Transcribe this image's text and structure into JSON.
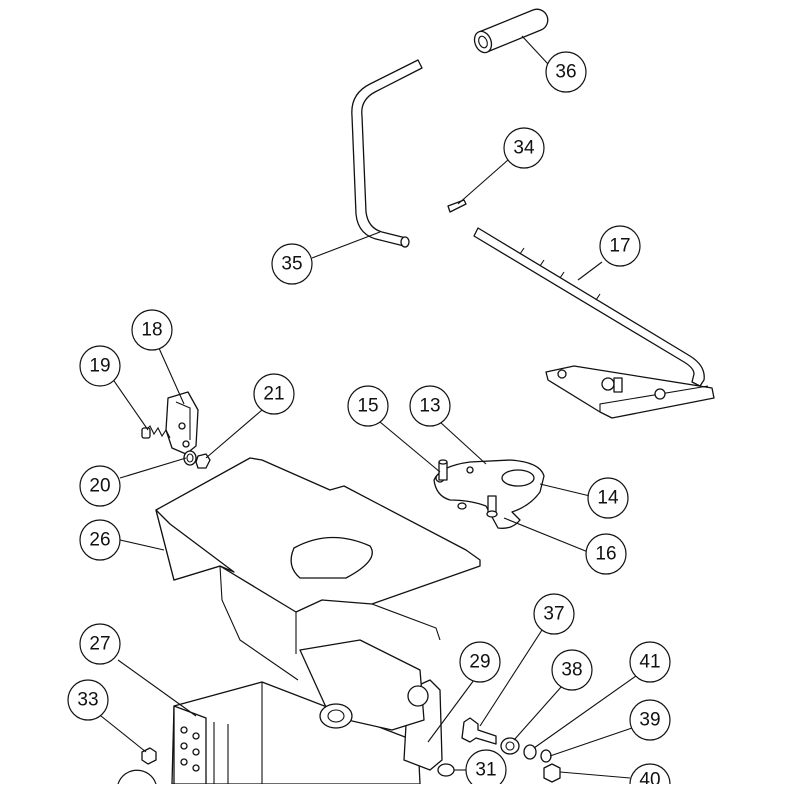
{
  "diagram": {
    "balloons": [
      {
        "id": "36",
        "label": "36"
      },
      {
        "id": "34",
        "label": "34"
      },
      {
        "id": "17",
        "label": "17"
      },
      {
        "id": "35",
        "label": "35"
      },
      {
        "id": "18",
        "label": "18"
      },
      {
        "id": "19",
        "label": "19"
      },
      {
        "id": "21",
        "label": "21"
      },
      {
        "id": "15",
        "label": "15"
      },
      {
        "id": "13",
        "label": "13"
      },
      {
        "id": "20",
        "label": "20"
      },
      {
        "id": "14",
        "label": "14"
      },
      {
        "id": "26",
        "label": "26"
      },
      {
        "id": "16",
        "label": "16"
      },
      {
        "id": "37",
        "label": "37"
      },
      {
        "id": "27",
        "label": "27"
      },
      {
        "id": "29",
        "label": "29"
      },
      {
        "id": "38",
        "label": "38"
      },
      {
        "id": "41",
        "label": "41"
      },
      {
        "id": "33",
        "label": "33"
      },
      {
        "id": "39",
        "label": "39"
      },
      {
        "id": "31",
        "label": "31"
      },
      {
        "id": "40",
        "label": "40"
      }
    ]
  }
}
